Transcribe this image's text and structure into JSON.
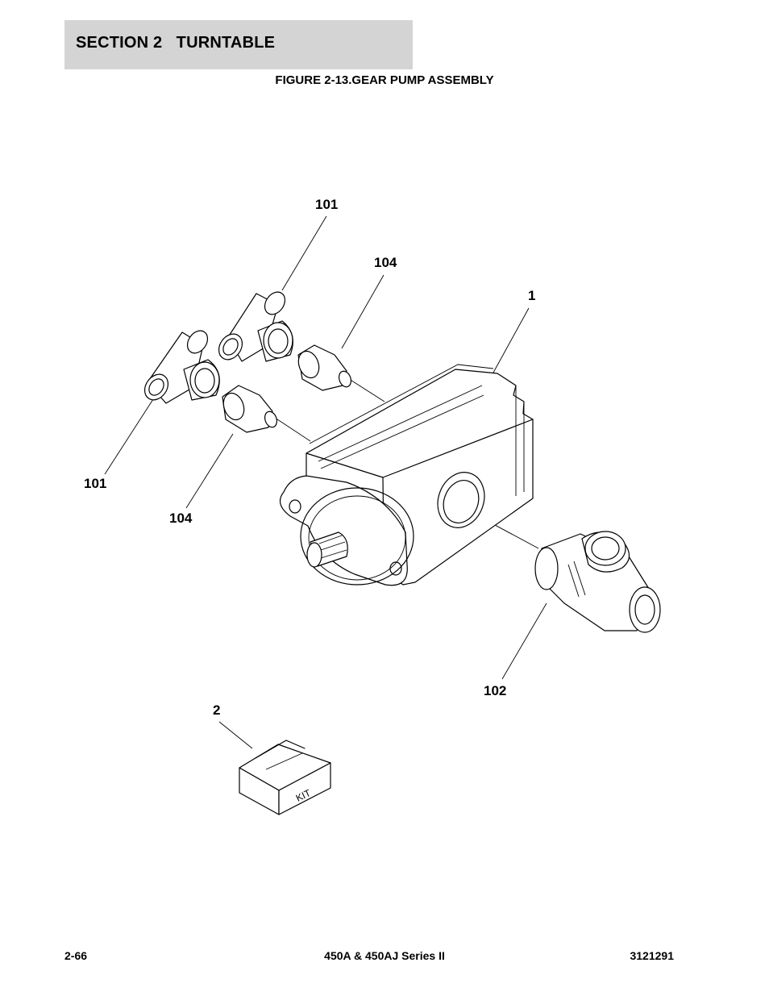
{
  "header": {
    "section_title": "SECTION 2   TURNTABLE",
    "figure_title": "FIGURE 2-13.GEAR PUMP ASSEMBLY"
  },
  "callouts": [
    {
      "id": "c-101-top",
      "label": "101"
    },
    {
      "id": "c-104-top",
      "label": "104"
    },
    {
      "id": "c-1",
      "label": "1"
    },
    {
      "id": "c-101-left",
      "label": "101"
    },
    {
      "id": "c-104-left",
      "label": "104"
    },
    {
      "id": "c-102",
      "label": "102"
    },
    {
      "id": "c-2",
      "label": "2"
    }
  ],
  "kit_box": {
    "label": "KIT"
  },
  "footer": {
    "page_number": "2-66",
    "model": "450A & 450AJ Series II",
    "doc_number": "3121291"
  }
}
